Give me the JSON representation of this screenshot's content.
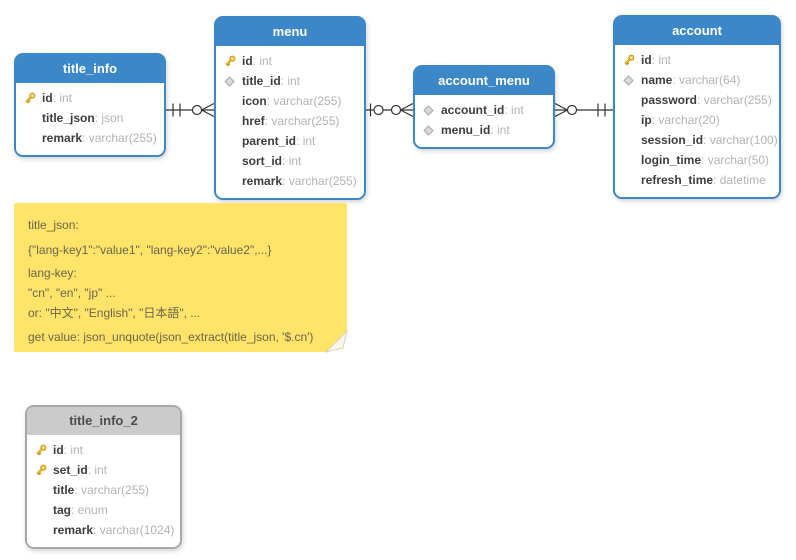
{
  "field_separator": ": ",
  "colors": {
    "table_header_blue": "#3b87c8",
    "table_header_gray": "#cbcbcb",
    "table_border_gray": "#a8a8a8",
    "field_name_text": "#3d3d3d",
    "field_type_text": "#b3b3b3",
    "note_background": "#ffe469",
    "note_text": "#6b654e",
    "connector_line": "#333333",
    "key_icon_gold": "#f5c944",
    "diamond_icon_gray": "#d9d9d9"
  },
  "tables": [
    {
      "name": "title_info",
      "variant": "blue",
      "fields": [
        {
          "icon": "key",
          "name": "id",
          "type": "int"
        },
        {
          "icon": "none",
          "name": "title_json",
          "type": "json"
        },
        {
          "icon": "none",
          "name": "remark",
          "type": "varchar(255)"
        }
      ]
    },
    {
      "name": "menu",
      "variant": "blue",
      "fields": [
        {
          "icon": "key",
          "name": "id",
          "type": "int"
        },
        {
          "icon": "diamond",
          "name": "title_id",
          "type": "int"
        },
        {
          "icon": "none",
          "name": "icon",
          "type": "varchar(255)"
        },
        {
          "icon": "none",
          "name": "href",
          "type": "varchar(255)"
        },
        {
          "icon": "none",
          "name": "parent_id",
          "type": "int"
        },
        {
          "icon": "none",
          "name": "sort_id",
          "type": "int"
        },
        {
          "icon": "none",
          "name": "remark",
          "type": "varchar(255)"
        }
      ]
    },
    {
      "name": "account_menu",
      "variant": "blue",
      "fields": [
        {
          "icon": "diamond",
          "name": "account_id",
          "type": "int"
        },
        {
          "icon": "diamond",
          "name": "menu_id",
          "type": "int"
        }
      ]
    },
    {
      "name": "account",
      "variant": "blue",
      "fields": [
        {
          "icon": "key",
          "name": "id",
          "type": "int"
        },
        {
          "icon": "diamond",
          "name": "name",
          "type": "varchar(64)"
        },
        {
          "icon": "none",
          "name": "password",
          "type": "varchar(255)"
        },
        {
          "icon": "none",
          "name": "ip",
          "type": "varchar(20)"
        },
        {
          "icon": "none",
          "name": "session_id",
          "type": "varchar(100)"
        },
        {
          "icon": "none",
          "name": "login_time",
          "type": "varchar(50)"
        },
        {
          "icon": "none",
          "name": "refresh_time",
          "type": "datetime"
        }
      ]
    },
    {
      "name": "title_info_2",
      "variant": "gray",
      "fields": [
        {
          "icon": "key",
          "name": "id",
          "type": "int"
        },
        {
          "icon": "key",
          "name": "set_id",
          "type": "int"
        },
        {
          "icon": "none",
          "name": "title",
          "type": "varchar(255)"
        },
        {
          "icon": "none",
          "name": "tag",
          "type": "enum"
        },
        {
          "icon": "none",
          "name": "remark",
          "type": "varchar(1024)"
        }
      ]
    }
  ],
  "connectors": [
    {
      "from": "title_info",
      "to": "menu",
      "from_end": "exactly-one (||)",
      "to_end": "zero-or-many (o<)"
    },
    {
      "from": "menu",
      "to": "account_menu",
      "from_end": "zero-or-one (|o)",
      "to_end": "zero-or-many (o<)"
    },
    {
      "from": "account_menu",
      "to": "account",
      "from_end": "zero-or-many (>o)",
      "to_end": "exactly-one (||)"
    }
  ],
  "note": {
    "lines": [
      "title_json:",
      "{\"lang-key1\":\"value1\", \"lang-key2\":\"value2\",...}",
      "lang-key:",
      "\"cn\", \"en\", \"jp\" ...",
      "or: \"中文\", \"English\", \"日本語\", ...",
      "get value: json_unquote(json_extract(title_json, '$.cn')"
    ]
  }
}
